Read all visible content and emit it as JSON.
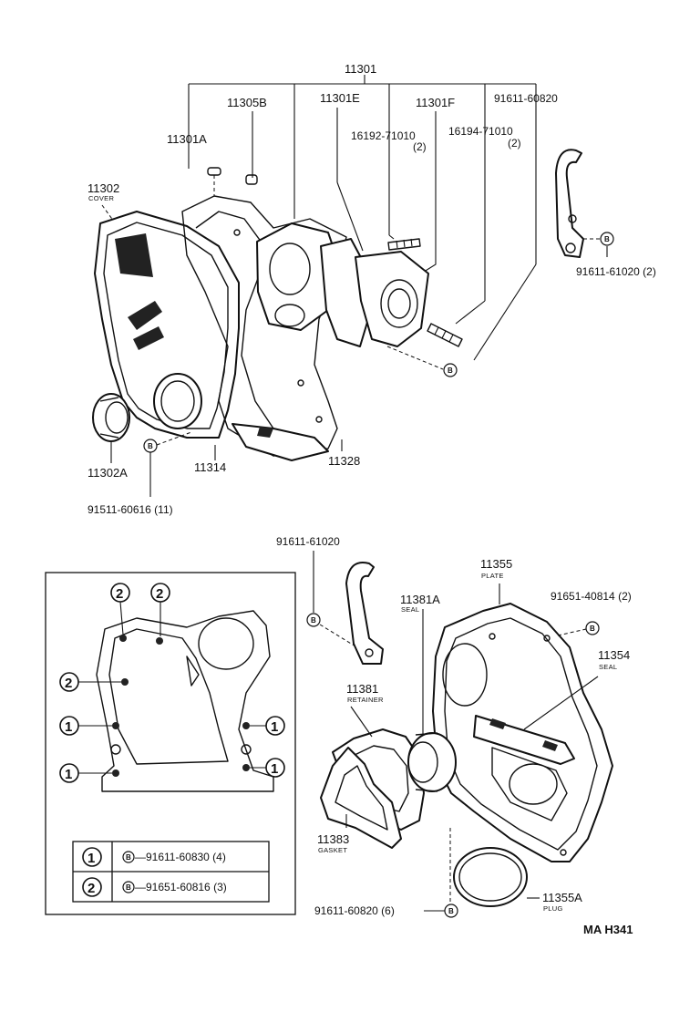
{
  "diagram_id": "MA H341",
  "labels": {
    "p11301": "11301",
    "p11305B": "11305B",
    "p11301E": "11301E",
    "p11301F": "11301F",
    "p91611_60820_top": "91611-60820",
    "p11301A": "11301A",
    "p16192": "16192-71010",
    "p16192_qty": "(2)",
    "p16194": "16194-71010",
    "p16194_qty": "(2)",
    "p11302": "11302",
    "p11302_sub": "COVER",
    "p91611_61020_qty": "91611-61020 (2)",
    "p11302A": "11302A",
    "p11314": "11314",
    "p11328": "11328",
    "p91511": "91511-60616 (11)",
    "p91611_61020": "91611-61020",
    "p11355": "11355",
    "p11355_sub": "PLATE",
    "p11381A": "11381A",
    "p11381A_sub": "SEAL",
    "p91651_40814": "91651-40814 (2)",
    "p11354": "11354",
    "p11354_sub": "SEAL",
    "p11381": "11381",
    "p11381_sub": "RETAINER",
    "p11383": "11383",
    "p11383_sub": "GASKET",
    "p91611_60820_6": "91611-60820 (6)",
    "p11355A": "11355A",
    "p11355A_sub": "PLUG"
  },
  "bolt_mark": "B",
  "inset": {
    "legend": [
      {
        "num": "1",
        "mark": "B",
        "part": "—91611-60830 (4)"
      },
      {
        "num": "2",
        "mark": "B",
        "part": "—91651-60816 (3)"
      }
    ],
    "callout_1": "1",
    "callout_2": "2"
  }
}
